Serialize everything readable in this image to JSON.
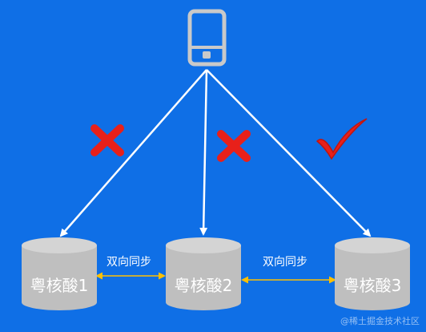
{
  "diagram": {
    "nodes": [
      {
        "id": "db1",
        "label": "粤核酸1"
      },
      {
        "id": "db2",
        "label": "粤核酸2"
      },
      {
        "id": "db3",
        "label": "粤核酸3"
      }
    ],
    "sync_edges": [
      {
        "from": "db1",
        "to": "db2",
        "label": "双向同步"
      },
      {
        "from": "db2",
        "to": "db3",
        "label": "双向同步"
      }
    ],
    "client": {
      "icon": "smartphone-icon"
    },
    "status_marks": [
      {
        "target": "db1",
        "status": "fail",
        "icon": "red-cross-icon"
      },
      {
        "target": "db2",
        "status": "fail",
        "icon": "red-cross-icon"
      },
      {
        "target": "db3",
        "status": "success",
        "icon": "red-checkmark-icon"
      }
    ],
    "watermark": "@稀土掘金技术社区"
  },
  "colors": {
    "background": "#0f6fe6",
    "database": "#bfbfbf",
    "database_top": "#d4d4d4",
    "arrow": "#ffffff",
    "sync_arrow": "#ffc000",
    "mark": "#e8201a"
  }
}
